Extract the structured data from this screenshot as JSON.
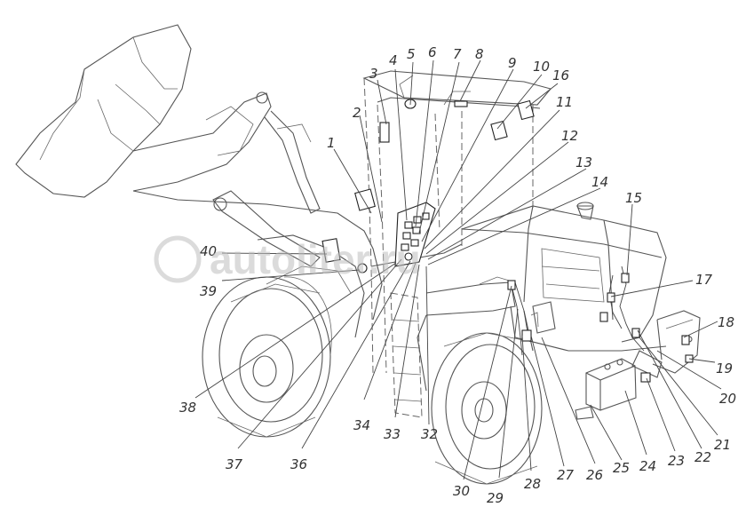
{
  "watermark": "autoliter.ru",
  "labels": [
    {
      "id": "1",
      "text": "1"
    },
    {
      "id": "2",
      "text": "2"
    },
    {
      "id": "3",
      "text": "3"
    },
    {
      "id": "4",
      "text": "4"
    },
    {
      "id": "5",
      "text": "5"
    },
    {
      "id": "6",
      "text": "6"
    },
    {
      "id": "7",
      "text": "7"
    },
    {
      "id": "8",
      "text": "8"
    },
    {
      "id": "9",
      "text": "9"
    },
    {
      "id": "10",
      "text": "10"
    },
    {
      "id": "11",
      "text": "11"
    },
    {
      "id": "12",
      "text": "12"
    },
    {
      "id": "13",
      "text": "13"
    },
    {
      "id": "14",
      "text": "14"
    },
    {
      "id": "15",
      "text": "15"
    },
    {
      "id": "16",
      "text": "16"
    },
    {
      "id": "17",
      "text": "17"
    },
    {
      "id": "18",
      "text": "18"
    },
    {
      "id": "19",
      "text": "19"
    },
    {
      "id": "20",
      "text": "20"
    },
    {
      "id": "21",
      "text": "21"
    },
    {
      "id": "22",
      "text": "22"
    },
    {
      "id": "23",
      "text": "23"
    },
    {
      "id": "24",
      "text": "24"
    },
    {
      "id": "25",
      "text": "25"
    },
    {
      "id": "26",
      "text": "26"
    },
    {
      "id": "27",
      "text": "27"
    },
    {
      "id": "28",
      "text": "28"
    },
    {
      "id": "29",
      "text": "29"
    },
    {
      "id": "30",
      "text": "30"
    },
    {
      "id": "32",
      "text": "32"
    },
    {
      "id": "33",
      "text": "33"
    },
    {
      "id": "34",
      "text": "34"
    },
    {
      "id": "36",
      "text": "36"
    },
    {
      "id": "37",
      "text": "37"
    },
    {
      "id": "38",
      "text": "38"
    },
    {
      "id": "39",
      "text": "39"
    },
    {
      "id": "40",
      "text": "40"
    }
  ]
}
